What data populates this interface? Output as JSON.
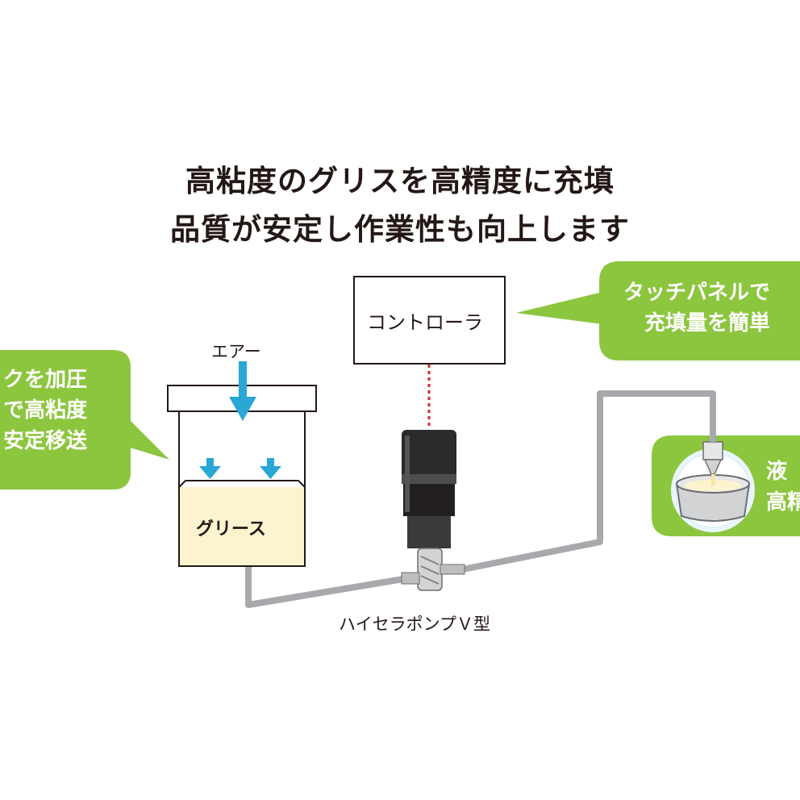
{
  "title": {
    "line1": "高粘度のグリスを高精度に充填",
    "line2": "品質が安定し作業性も向上します"
  },
  "labels": {
    "controller": "コントローラ",
    "air": "エアー",
    "grease": "グリース",
    "pump": "ハイセラポンプＶ型"
  },
  "callouts": {
    "left": [
      "クを加圧",
      "で高粘度",
      "安定移送"
    ],
    "top_right": [
      "タッチパネルで",
      "充填量を簡単"
    ],
    "bottom_right": [
      "液",
      "高精"
    ]
  },
  "colors": {
    "callout_green": "#8cc63f",
    "arrow_cyan": "#29a7d6",
    "grease_fill": "#fcf3cf",
    "tube_gray": "#a7a9ac",
    "signal_red": "#d7282f",
    "pump_dark": "#231f20"
  },
  "icons": {
    "pump": "pump-icon",
    "nozzle": "dispense-nozzle-icon",
    "cup": "cup-icon"
  }
}
